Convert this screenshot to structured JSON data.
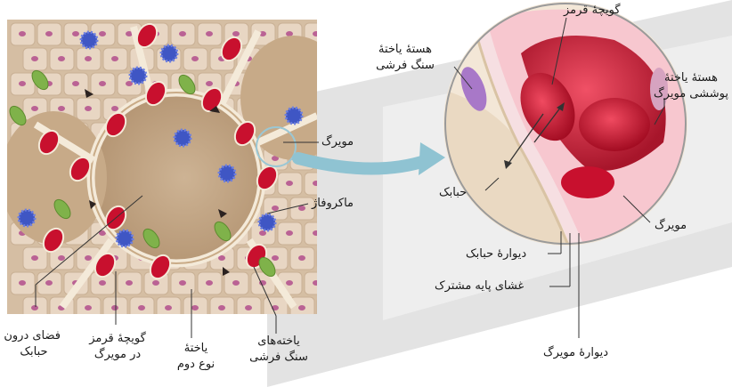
{
  "labels": {
    "capillary_left": "مویرگ",
    "macrophage": "ماکروفاژ",
    "alveolar_space": [
      "فضای درون",
      "حبابک"
    ],
    "red_cell_in_capillary": [
      "گویچهٔ قرمز",
      "در مویرگ"
    ],
    "type2_cell": [
      "یاختهٔ",
      "نوع دوم"
    ],
    "squamous_cells": [
      "یاخته‌های",
      "سنگ فرشی"
    ],
    "squamous_nucleus": [
      "هستهٔ یاختهٔ",
      "سنگ فرشی"
    ],
    "red_blood_cell": "گویچهٔ  قرمز",
    "endothelial_nucleus": [
      "هستهٔ یاختهٔ",
      "پوششی مویرگ"
    ],
    "alveolus": "حبابک",
    "capillary_right": "مویرگ",
    "alveolar_wall": "دیوارهٔ حبابک",
    "basement_membrane": "غشای پایه مشترک",
    "capillary_wall": "دیوارهٔ مویرگ"
  },
  "colors": {
    "tissue": "#d9c3a8",
    "cell_fill": "#e8d6c3",
    "nucleus": "#b24d8c",
    "red_cell": "#c8102e",
    "macrophage": "#3f56c4",
    "type2_cell": "#7fb24a",
    "zoom_bg": "#f1e4d2",
    "capillary_bg": "#f6bcc6",
    "arrow": "#8fc3d2"
  },
  "icons": [
    "magnify-circle",
    "curved-arrow"
  ]
}
